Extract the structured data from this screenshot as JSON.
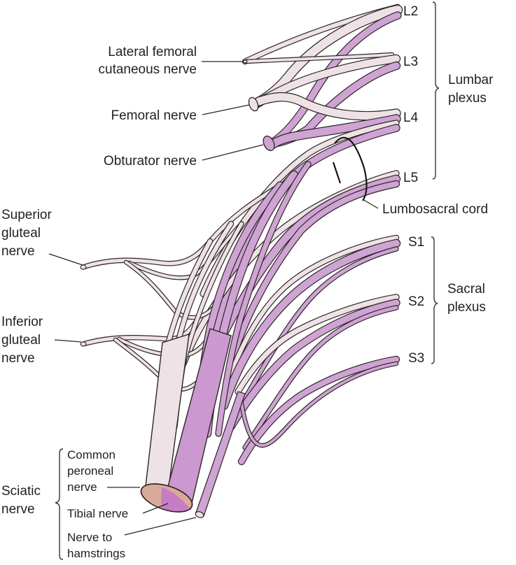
{
  "diagram": {
    "title": "Lumbosacral plexus and its major branches",
    "colors": {
      "lumbar_light": "#efe2e6",
      "purple": "#cfa3d3",
      "purple_dark": "#c48ac9",
      "outline": "#2b2626",
      "peroneal_cut": "#d9a99a",
      "tibial_cut": "#c77cc6"
    },
    "roots": [
      {
        "id": "L2",
        "label": "L2"
      },
      {
        "id": "L3",
        "label": "L3"
      },
      {
        "id": "L4",
        "label": "L4"
      },
      {
        "id": "L5",
        "label": "L5"
      },
      {
        "id": "S1",
        "label": "S1"
      },
      {
        "id": "S2",
        "label": "S2"
      },
      {
        "id": "S3",
        "label": "S3"
      }
    ],
    "groups": {
      "lumbar": {
        "line1": "Lumbar",
        "line2": "plexus"
      },
      "sacral": {
        "line1": "Sacral",
        "line2": "plexus"
      },
      "sciatic": {
        "line1": "Sciatic",
        "line2": "nerve"
      }
    },
    "labels": {
      "lateral_femoral_cutaneous": {
        "line1": "Lateral femoral",
        "line2": "cutaneous nerve"
      },
      "femoral": {
        "line1": "Femoral nerve"
      },
      "obturator": {
        "line1": "Obturator nerve"
      },
      "lumbosacral_cord": {
        "line1": "Lumbosacral cord"
      },
      "superior_gluteal": {
        "line1": "Superior",
        "line2": "gluteal",
        "line3": "nerve"
      },
      "inferior_gluteal": {
        "line1": "Inferior",
        "line2": "gluteal",
        "line3": "nerve"
      },
      "common_peroneal": {
        "line1": "Common",
        "line2": "peroneal",
        "line3": "nerve"
      },
      "tibial": {
        "line1": "Tibial nerve"
      },
      "nerve_to_hamstrings": {
        "line1": "Nerve to",
        "line2": "hamstrings"
      }
    }
  }
}
